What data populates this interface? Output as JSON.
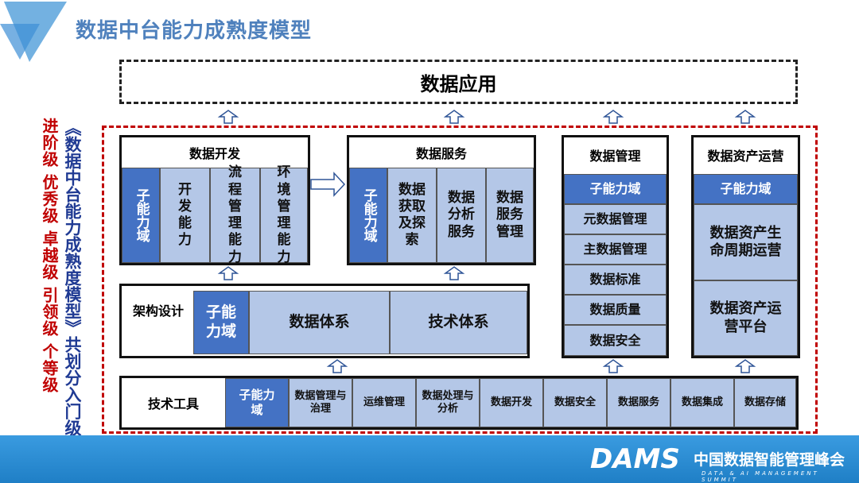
{
  "title": "数据中台能力成熟度模型",
  "top_layer": "数据应用",
  "side_text": {
    "main": "《数据中台能力成熟度模型》共划分入门级",
    "levels": "进阶级 优秀级 卓越级 引领级 个等级"
  },
  "data_dev": {
    "title": "数据开发",
    "cells": [
      "子能力域",
      "开发能力",
      "流程管理能力",
      "环境管理能力"
    ]
  },
  "data_service": {
    "title": "数据服务",
    "cells": [
      "子能力域",
      "数据获取及探索",
      "数据分析服务",
      "数据服务管理"
    ]
  },
  "arch": {
    "label": "架构设计",
    "cells": [
      "子能力域",
      "数据体系",
      "技术体系"
    ]
  },
  "data_mgmt": {
    "title": "数据管理",
    "rows": [
      "子能力域",
      "元数据管理",
      "主数据管理",
      "数据标准",
      "数据质量",
      "数据安全"
    ]
  },
  "asset_ops": {
    "title": "数据资产运营",
    "rows": [
      "子能力域",
      "数据资产生命周期运营",
      "数据资产运营平台"
    ]
  },
  "tools": {
    "label": "技术工具",
    "cells": [
      "子能力域",
      "数据管理与治理",
      "运维管理",
      "数据处理与分析",
      "数据开发",
      "数据安全",
      "数据服务",
      "数据集成",
      "数据存储"
    ]
  },
  "footer": {
    "logo": "DAMS",
    "name": "中国数据智能管理峰会",
    "sub": "DATA & AI MANAGEMENT SUMMIT"
  },
  "colors": {
    "dark": "#4472c4",
    "light": "#b4c7e7",
    "red": "#c00000",
    "title": "#4f81bd"
  }
}
